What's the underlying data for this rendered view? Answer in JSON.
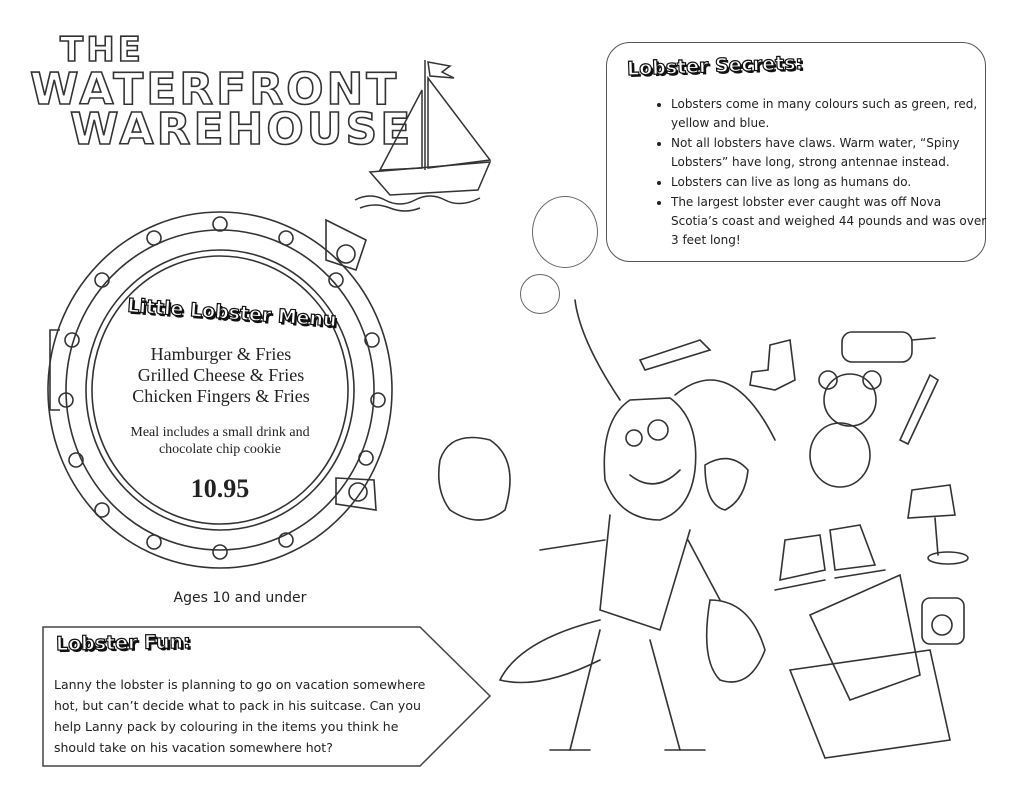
{
  "title": {
    "line1": "THE",
    "line2": "WATERFRONT",
    "line3": "WAREHOUSE"
  },
  "secrets": {
    "heading": "Lobster Secrets:",
    "items": [
      "Lobsters come in many colours such as green, red, yellow and blue.",
      "Not all lobsters have claws.  Warm water, “Spiny Lobsters” have long, strong antennae instead.",
      "Lobsters can live as long as humans do.",
      "The largest lobster ever caught was off Nova Scotia’s coast and weighed 44 pounds and was over 3 feet long!"
    ]
  },
  "menu": {
    "heading": "Little Lobster Menu",
    "items": [
      "Hamburger & Fries",
      "Grilled Cheese & Fries",
      "Chicken Fingers & Fries"
    ],
    "note": "Meal includes a small drink and chocolate chip cookie",
    "price": "10.95",
    "ages": "Ages 10 and under"
  },
  "fun": {
    "heading": "Lobster Fun:",
    "text": "Lanny the lobster is planning to go on vacation somewhere hot, but can’t decide what to pack in his suitcase.  Can you help Lanny pack by colouring in the items you think he should take on his vacation somewhere hot?"
  },
  "icons": [
    "sailboat-icon",
    "lobster-icon",
    "goggles-icon",
    "sock-icon",
    "teddy-bear-icon",
    "toothbrush-icon",
    "ice-skates-icon",
    "lamp-icon",
    "suitcase-icon",
    "camera-icon",
    "mitten-icon",
    "pincers-icon"
  ]
}
